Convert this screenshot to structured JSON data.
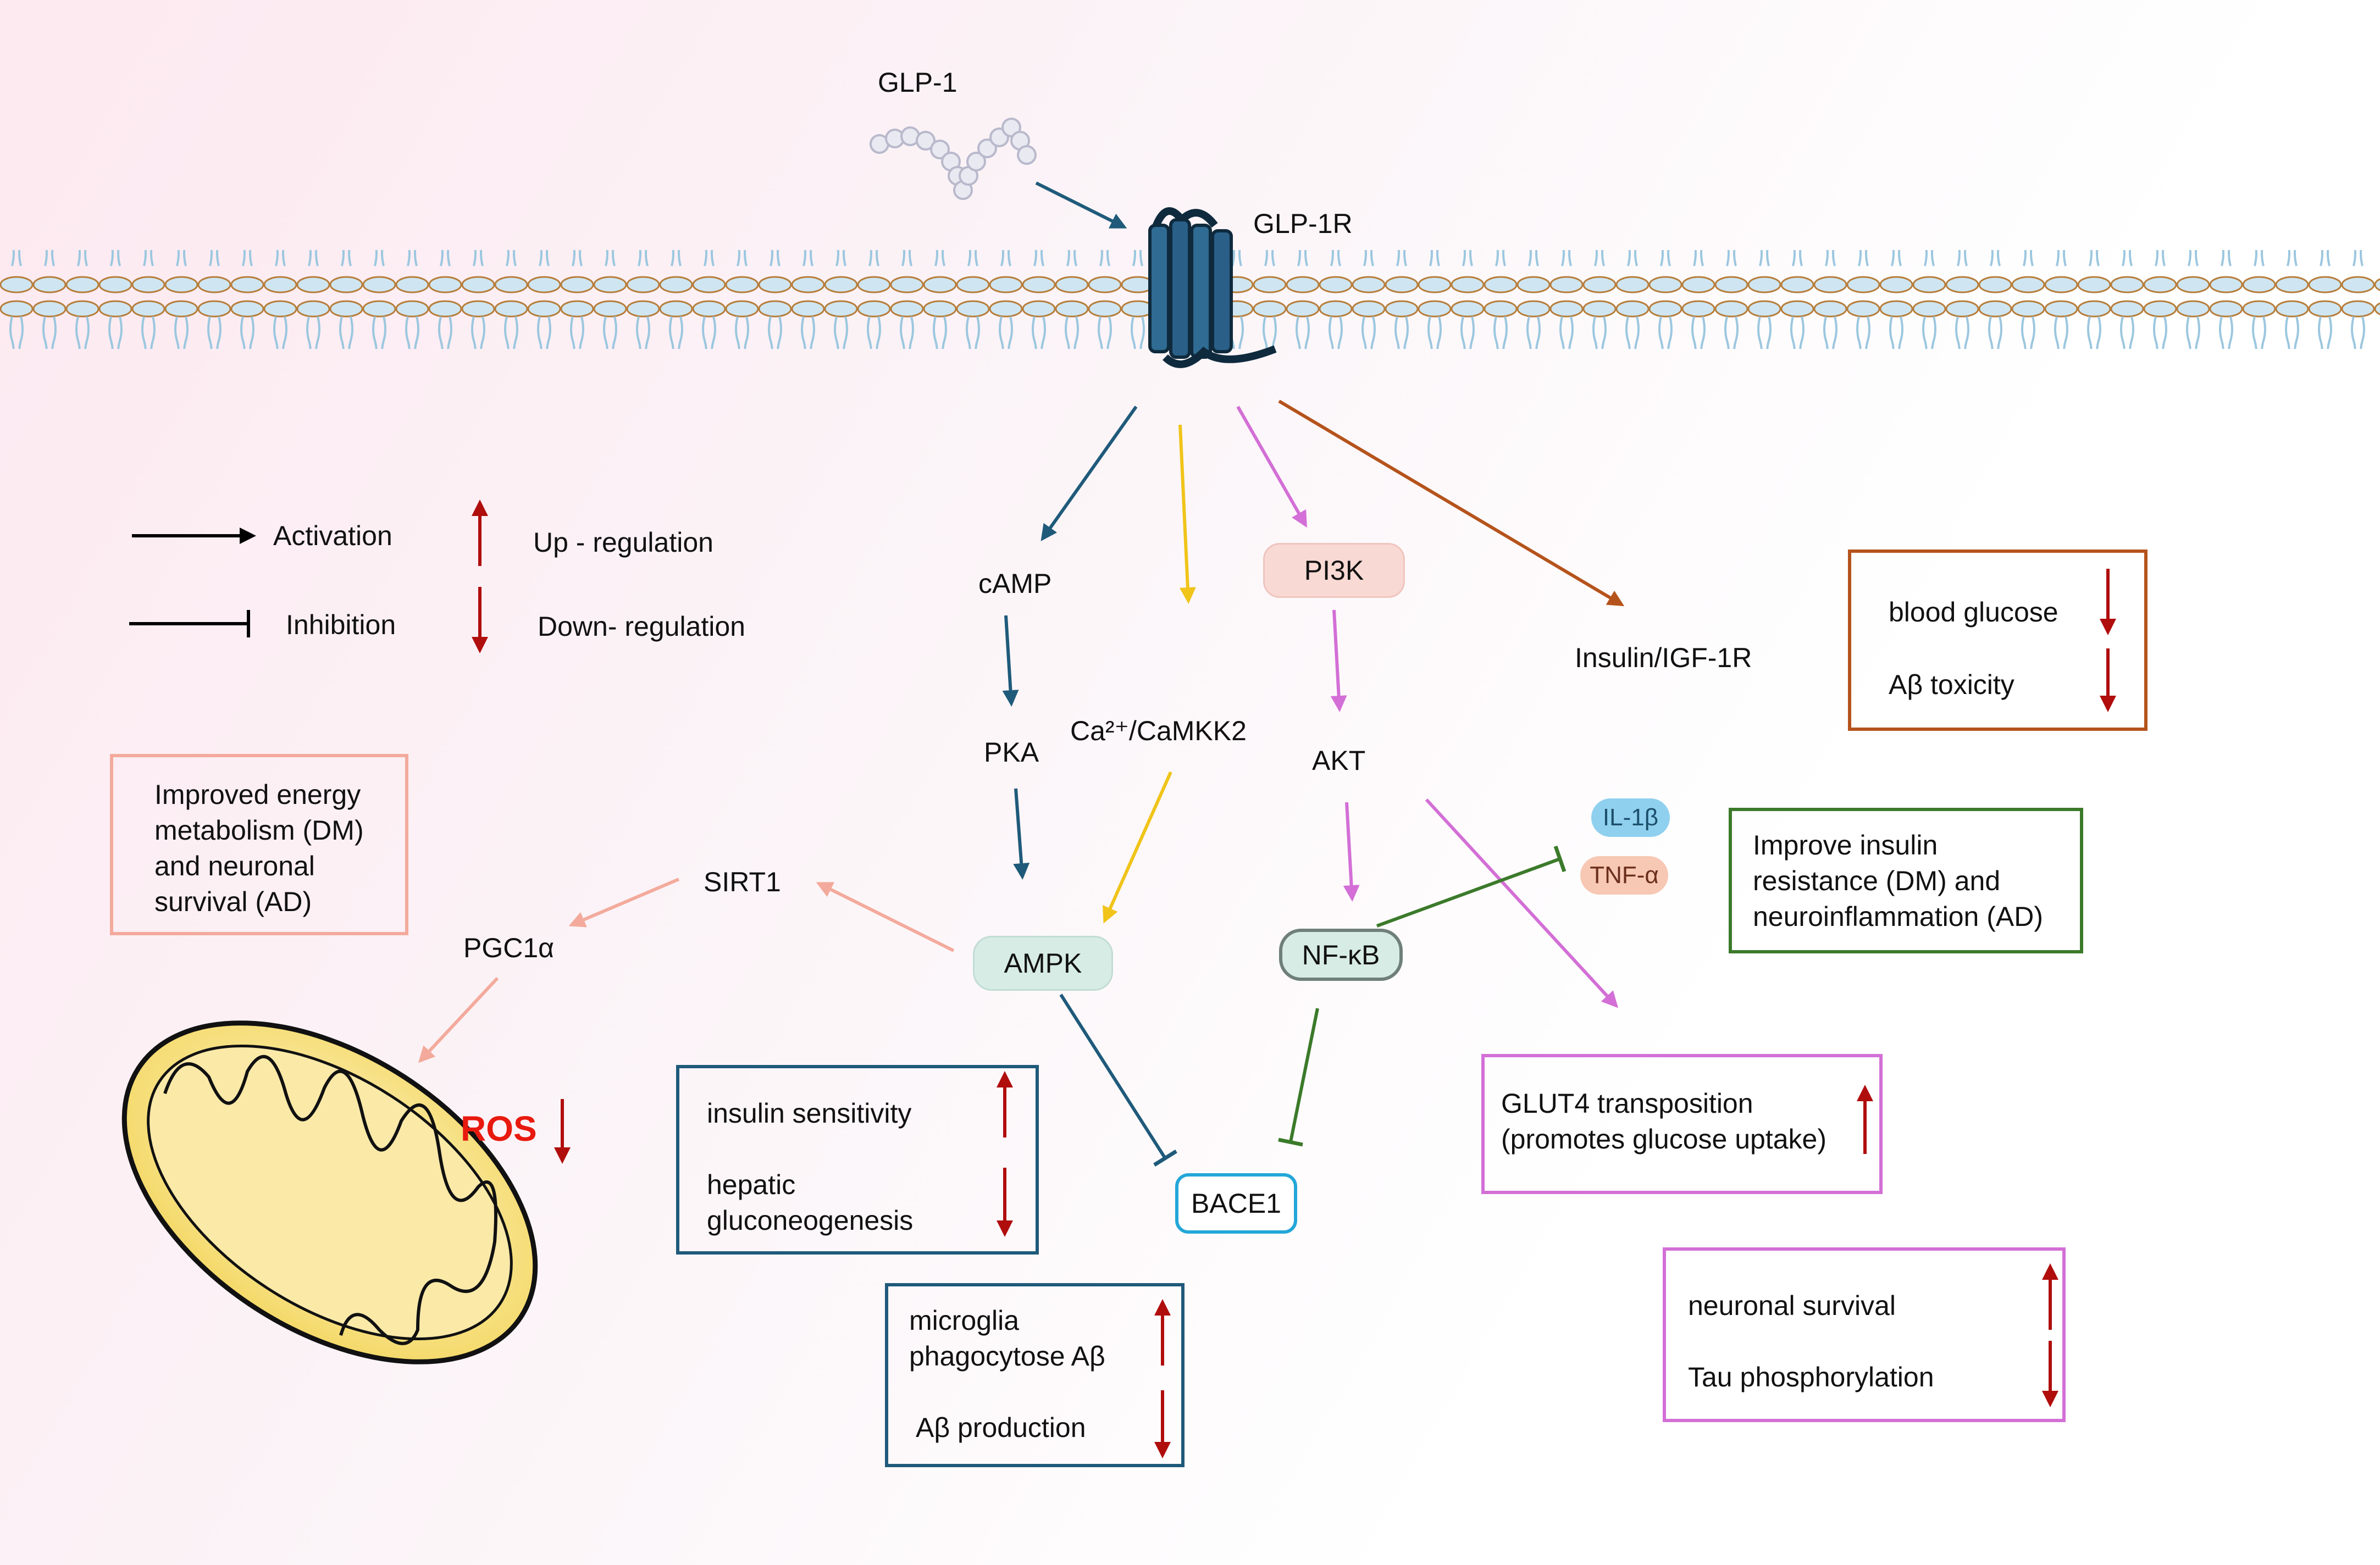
{
  "ligand": {
    "label": "GLP-1"
  },
  "receptor": {
    "label": "GLP-1R"
  },
  "legend": {
    "activation": "Activation",
    "inhibition": "Inhibition",
    "up": "Up - regulation",
    "down": "Down- regulation"
  },
  "nodes": {
    "camp": "cAMP",
    "pka": "PKA",
    "ca_camkk2": "Ca²⁺/CaMKK2",
    "pi3k": "PI3K",
    "akt": "AKT",
    "insulin_igf1r": "Insulin/IGF-1R",
    "ampk": "AMPK",
    "nfkb": "NF-κB",
    "sirt1": "SIRT1",
    "pgc1a": "PGC1α",
    "bace1": "BACE1",
    "il1b": "IL-1β",
    "tnfa": "TNF-α",
    "ros": "ROS"
  },
  "boxes": {
    "blood_glucose": {
      "line1": "blood glucose",
      "line2": "Aβ toxicity"
    },
    "energy": {
      "line1": "Improved energy",
      "line2": "metabolism (DM)",
      "line3": "and neuronal",
      "line4": "survival (AD)"
    },
    "insulin_resistance": {
      "line1": "Improve insulin",
      "line2": "resistance (DM) and",
      "line3": "neuroinflammation (AD)"
    },
    "insulin_sensitivity": {
      "line1": "insulin sensitivity",
      "line2": "hepatic",
      "line3": "gluconeogenesis"
    },
    "glut4": {
      "line1": "GLUT4 transposition",
      "line2": "(promotes glucose uptake)"
    },
    "microglia": {
      "line1": "microglia",
      "line2": "phagocytose Aβ",
      "line3": "Aβ production"
    },
    "neuronal": {
      "line1": "neuronal survival",
      "line2": "Tau phosphorylation"
    }
  },
  "colors": {
    "teal": "#1f5a7a",
    "yellow": "#f0c419",
    "violet": "#d36fd6",
    "orange": "#b5531c",
    "salmon": "#f3aa9c",
    "green": "#3b7a2a",
    "red": "#b00d0d",
    "cyan": "#23a7d8"
  }
}
